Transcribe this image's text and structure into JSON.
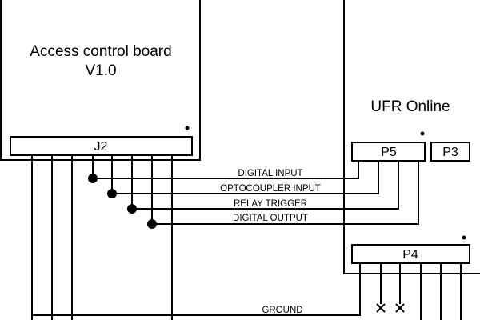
{
  "boards": {
    "access": {
      "title_line1": "Access control board",
      "title_line2": "V1.0",
      "connector": "J2"
    },
    "ufr": {
      "title": "UFR Online",
      "connector_p5": "P5",
      "connector_p3": "P3",
      "connector_p4": "P4"
    }
  },
  "signals": {
    "digital_input": "DIGITAL INPUT",
    "optocoupler_input": "OPTOCOUPLER INPUT",
    "relay_trigger": "RELAY TRIGGER",
    "digital_output": "DIGITAL OUTPUT",
    "ground": "GROUND"
  }
}
